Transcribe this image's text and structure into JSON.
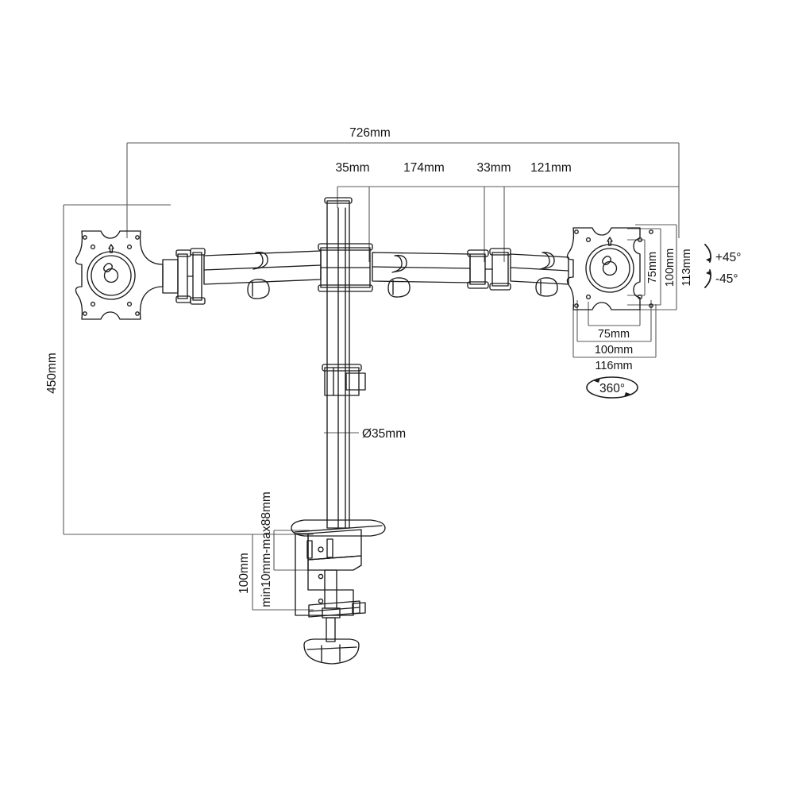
{
  "drawing": {
    "type": "technical-line-drawing",
    "subject": "Dual monitor desk mount with clamp base",
    "background": "#ffffff",
    "line_color": "#1b1b1b",
    "dimension_line_color": "#5a5a5a"
  },
  "dimensions": {
    "overall_width": "726mm",
    "overall_height": "450mm",
    "segment_1": "35mm",
    "segment_2": "174mm",
    "segment_3": "33mm",
    "segment_4": "121mm",
    "pole_diameter": "Ø35mm",
    "clamp_height": "100mm",
    "clamp_range": "min10mm-max88mm"
  },
  "vesa": {
    "vertical_inner": "75mm",
    "vertical_mid": "100mm",
    "vertical_outer": "113mm",
    "horizontal_inner": "75mm",
    "horizontal_mid": "100mm",
    "horizontal_outer": "116mm"
  },
  "motion": {
    "tilt_up": "+45°",
    "tilt_down": "-45°",
    "rotation": "360°"
  }
}
